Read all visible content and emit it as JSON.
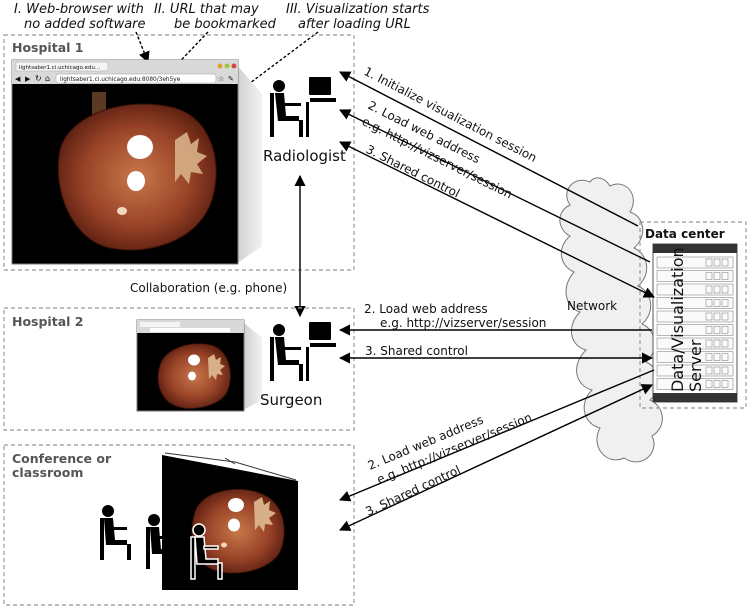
{
  "annotations": {
    "browser": [
      "I. Web-browser with",
      "no added software"
    ],
    "url": [
      "II. URL that may",
      "be bookmarked"
    ],
    "viz": [
      "III. Visualization starts",
      "after loading URL"
    ]
  },
  "hospital1": {
    "title": "Hospital 1",
    "browser_tab": "lightsaber1.ci.uchicago.edu...",
    "browser_url": "lightsaber1.ci.uchicago.edu:8080/3eh5ye",
    "role": "Radiologist"
  },
  "hospital2": {
    "title": "Hospital 2",
    "role": "Surgeon"
  },
  "classroom": {
    "title": [
      "Conference or",
      "classroom"
    ]
  },
  "collaboration": "Collaboration (e.g. phone)",
  "network": "Network",
  "datacenter": {
    "title": "Data center",
    "server_label": [
      "Data/Visualization",
      "Server"
    ]
  },
  "arrows": {
    "h1_init": "1. Initialize visualization session",
    "h1_load": [
      "2. Load web address",
      "e.g. http://vizserver/session"
    ],
    "h1_shared": "3. Shared control",
    "h2_load": [
      "2. Load web address",
      "e.g. http://vizserver/session"
    ],
    "h2_shared": "3. Shared control",
    "cl_load": [
      "2. Load web address",
      "e.g. http://vizserver/session"
    ],
    "cl_shared": "3. Shared control"
  },
  "colors": {
    "tissue": "#8a3a22",
    "tissue_light": "#c8784a",
    "screen": "#000000",
    "cloud": "#f0f0f0"
  }
}
